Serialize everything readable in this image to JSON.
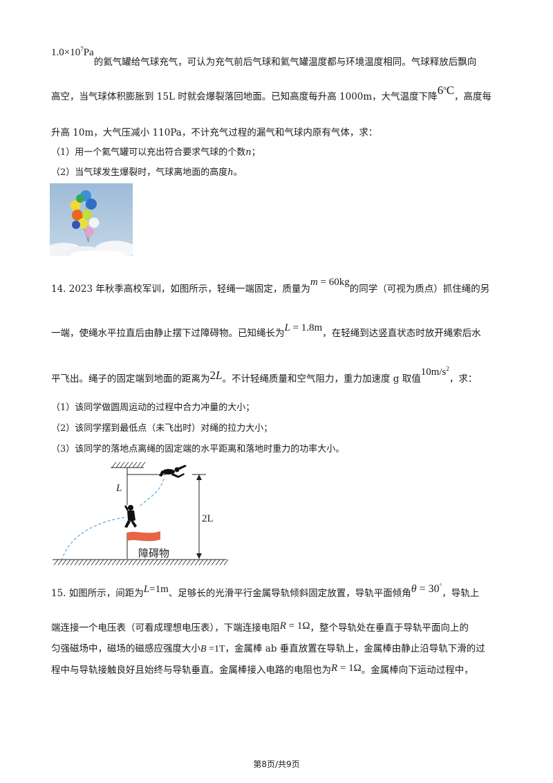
{
  "q13": {
    "pressure": "1.0×10",
    "pressure_exp": "7",
    "pressure_unit": "Pa",
    "line1_rest": "的氦气罐给气球充气，可认为充气前后气球和氦气罐温度都与环境温度相同。气球释放后飘向",
    "line2_a": "高空，当气球体积膨胀到 15L 时就会爆裂落回地面。已知高度每升高 1000m，大气温度下降",
    "temp": "6",
    "temp_deg": "o",
    "temp_unit": "C",
    "line2_b": "，高度每",
    "line3": "升高 10m，大气压减小 110Pa，不计充气过程的漏气和气球内原有气体，求：",
    "part1": "（1）用一个氦气罐可以充出符合要求气球的个数",
    "part1_var": "n",
    "part1_end": "；",
    "part2": "（2）当气球发生爆裂时，气球离地面的高度",
    "part2_var": "h",
    "part2_end": "。"
  },
  "q14": {
    "line1_a": "14. 2023 年秋季高校军训，如图所示，轻绳一端固定，质量为",
    "mass_var": "m",
    "mass_val": " = 60kg",
    "line1_b": "的同学（可视为质点）抓住绳的另",
    "line2_a": "一端，使绳水平拉直后由静止摆下过障碍物。已知绳长为",
    "len_var": "L",
    "len_val": " = 1.8m",
    "line2_b": "，在轻绳到达竖直状态时放开绳索后水",
    "line3_a": "平飞出。绳子的固定端到地面的距离为",
    "height_num": "2",
    "height_var": "L",
    "line3_b": "。不计轻绳质量和空气阻力，重力加速度 g 取值",
    "g_val": "10m/s",
    "g_exp": "2",
    "line3_c": "，求：",
    "part1": "（1）该同学做圆周运动的过程中合力冲量的大小；",
    "part2": "（2）该同学摆到最低点（未飞出时）对绳的拉力大小；",
    "part3": "（3）该同学的落地点离绳的固定端的水平距离和落地时重力的功率大小。",
    "figure": {
      "rope_label": "L",
      "height_label": "2L",
      "obstacle_label": "障碍物"
    }
  },
  "q15": {
    "line1_a": "15. 如图所示，间距为",
    "spacing_var": "L",
    "spacing_val": "=1m",
    "line1_b": "、足够长的光滑平行金属导轨倾斜固定放置，导轨平面倾角",
    "angle_var": "θ",
    "angle_val": " = 30",
    "angle_deg": "°",
    "line1_c": "，导轨上",
    "line2_a": "端连接一个电压表（可看成理想电压表），下端连接电阻",
    "r_var": "R",
    "r_val": " = 1Ω",
    "line2_b": "，整个导轨处在垂直于导轨平面向上的",
    "line3_a": "匀强磁场中，磁场的磁感应强度大小",
    "b_var": "B",
    "b_val": " =1T",
    "line3_b": "，金属棒 ab 垂直放置在导轨上，金属棒由静止沿导轨下滑的过",
    "line4_a": "程中与导轨接触良好且始终与导轨垂直。金属棒接入电路的电阻也为",
    "r2_var": "R",
    "r2_val": " = 1Ω",
    "line4_b": "。金属棒向下运动过程中，"
  },
  "footer": "第8页/共9页",
  "colors": {
    "text": "#1a1a1a",
    "sky": "#a8c4dc",
    "obstacle": "#e86446",
    "dashed_path": "#5aa8e0"
  }
}
